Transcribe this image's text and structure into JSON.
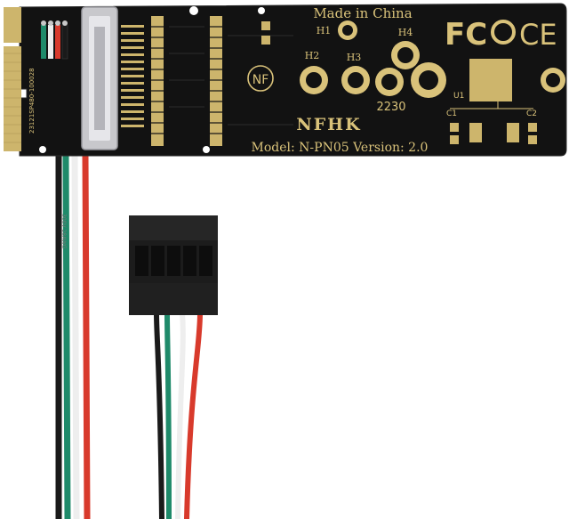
{
  "board": {
    "origin": "Made in China",
    "brand": "NFHK",
    "model_line": "Model: N-PN05 Version: 2.0",
    "size_code": "2230",
    "serial": "23121SP480-100028",
    "logo_nf": "NF",
    "cert_fcc": "FC",
    "cert_ce": "CE",
    "holes": [
      "H1",
      "H2",
      "H3",
      "H4"
    ],
    "refs": [
      "U1",
      "C1",
      "C2"
    ]
  },
  "colors": {
    "pcb": "#121212",
    "gold": "#d9c27a",
    "wire_black": "#1a1a1a",
    "wire_green": "#1f8a6a",
    "wire_white": "#f2f2f2",
    "wire_red": "#d83a2c",
    "connector": "#1c1c1c",
    "usb_shell": "#c8c8cc"
  }
}
